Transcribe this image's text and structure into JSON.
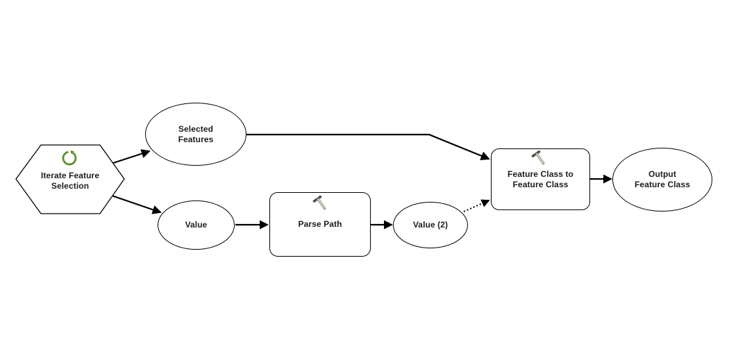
{
  "diagram": {
    "type": "modelbuilder-workflow",
    "background_color": "#ffffff",
    "colors": {
      "node_fill": "#ffffff",
      "node_border": "#000000",
      "connector": "#000000",
      "label_text": "#1c1c1c",
      "iterator_green": "#5e8f2a",
      "hammer_head": "#4d4d4d",
      "hammer_handle": "#a89f90"
    },
    "nodes": [
      {
        "id": "iterate-feature-selection",
        "shape": "hexagon",
        "role": "iterator",
        "icon": "iterator-loop-icon",
        "label": "Iterate Feature\nSelection"
      },
      {
        "id": "selected-features",
        "shape": "ellipse",
        "role": "data-variable",
        "label": "Selected\nFeatures"
      },
      {
        "id": "value",
        "shape": "ellipse",
        "role": "data-variable",
        "label": "Value"
      },
      {
        "id": "parse-path",
        "shape": "rounded-rect",
        "role": "tool",
        "icon": "hammer-icon",
        "label": "Parse Path"
      },
      {
        "id": "value-2",
        "shape": "ellipse",
        "role": "data-variable",
        "label": "Value (2)"
      },
      {
        "id": "feature-class-to-feature-class",
        "shape": "rounded-rect",
        "role": "tool",
        "icon": "hammer-icon",
        "label": "Feature Class to\nFeature Class"
      },
      {
        "id": "output-feature-class",
        "shape": "ellipse",
        "role": "data-variable",
        "label": "Output\nFeature Class"
      }
    ],
    "edges": [
      {
        "from": "iterate-feature-selection",
        "to": "selected-features",
        "style": "solid-arrow"
      },
      {
        "from": "iterate-feature-selection",
        "to": "value",
        "style": "solid-arrow"
      },
      {
        "from": "selected-features",
        "to": "feature-class-to-feature-class",
        "style": "solid-arrow"
      },
      {
        "from": "value",
        "to": "parse-path",
        "style": "solid-arrow"
      },
      {
        "from": "parse-path",
        "to": "value-2",
        "style": "solid-arrow"
      },
      {
        "from": "value-2",
        "to": "feature-class-to-feature-class",
        "style": "dotted-arrow"
      },
      {
        "from": "feature-class-to-feature-class",
        "to": "output-feature-class",
        "style": "solid-arrow"
      }
    ]
  }
}
